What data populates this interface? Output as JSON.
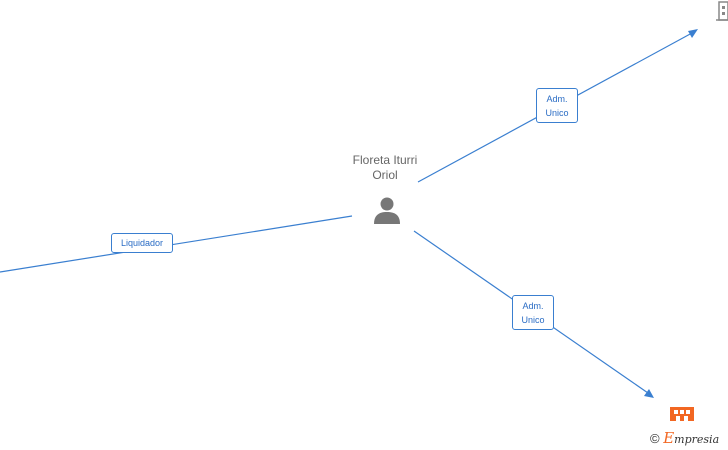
{
  "center_node": {
    "name_line1": "Floreta Iturri",
    "name_line2": "Oriol",
    "icon": "person-icon"
  },
  "edges": [
    {
      "label_lines": [
        "Liquidador"
      ]
    },
    {
      "label_lines": [
        "Adm.",
        "Unico"
      ]
    },
    {
      "label_lines": [
        "Adm.",
        "Unico"
      ]
    }
  ],
  "icons": {
    "company_top": "building-icon",
    "company_bottom": "company-icon"
  },
  "colors": {
    "edge": "#3a7fd0",
    "node_text": "#666666",
    "person_icon": "#777777",
    "company_bottom": "#f26722",
    "brand_accent": "#f26722"
  },
  "watermark": {
    "copyright": "©",
    "brand_initial": "E",
    "brand_rest": "mpresia"
  }
}
